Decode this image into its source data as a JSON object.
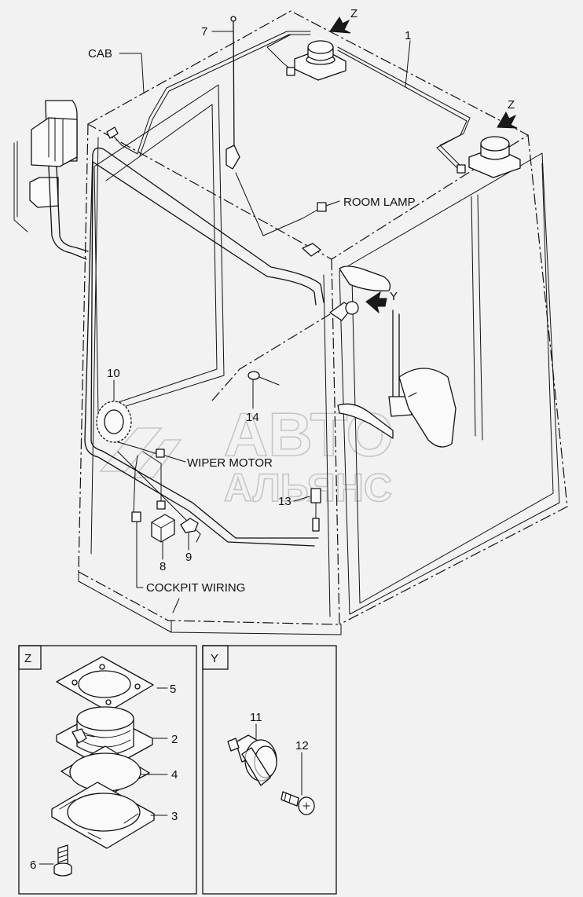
{
  "labels": {
    "cab": "CAB",
    "room_lamp": "ROOM LAMP",
    "wiper_motor": "WIPER MOTOR",
    "cockpit_wiring": "COCKPIT WIRING",
    "view_z": "Z",
    "view_y": "Y"
  },
  "callouts": {
    "c1": "1",
    "c2": "2",
    "c3": "3",
    "c4": "4",
    "c5": "5",
    "c6": "6",
    "c7": "7",
    "c8": "8",
    "c9": "9",
    "c10": "10",
    "c11": "11",
    "c12": "12",
    "c13": "13",
    "c14": "14"
  },
  "panels": {
    "z_title": "Z",
    "y_title": "Y"
  },
  "watermark": {
    "line1": "АВТО",
    "line2": "АЛЬЯНС"
  }
}
